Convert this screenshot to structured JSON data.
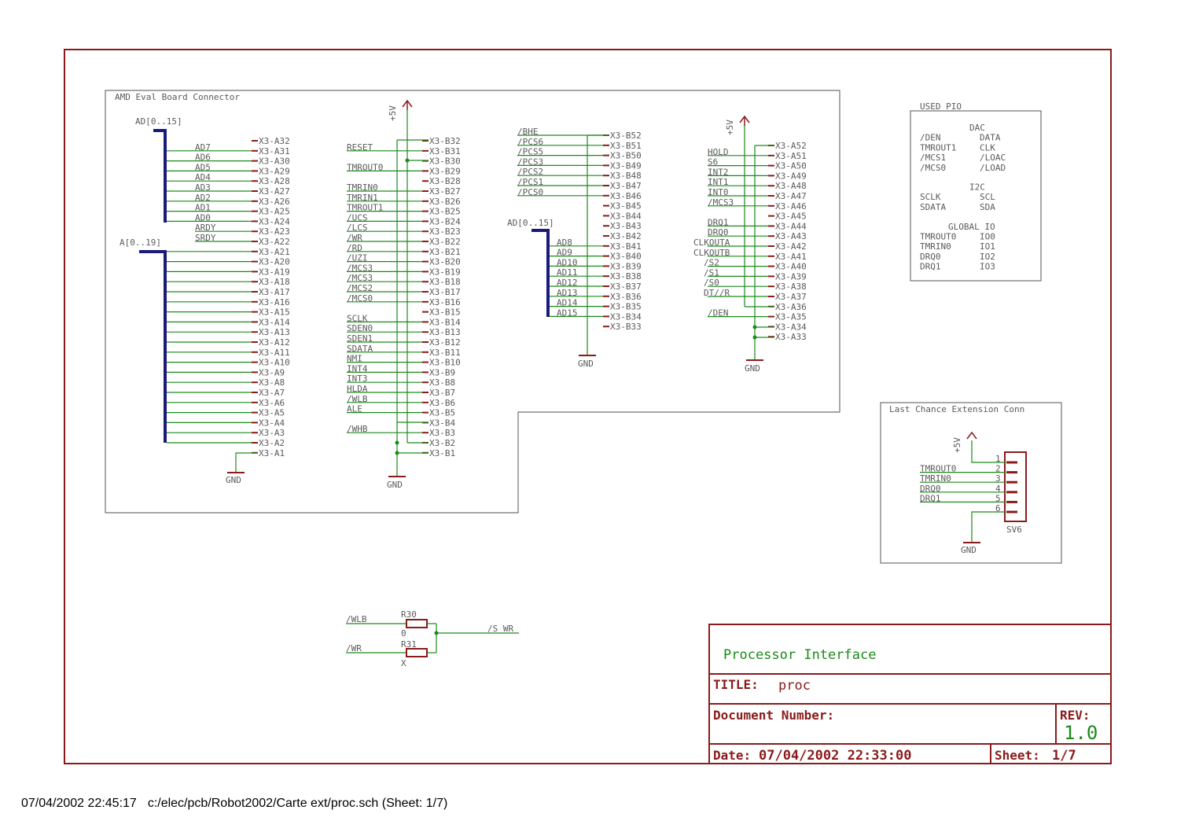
{
  "colors": {
    "frame": "#8b1a1a",
    "net": "#1a8a1a",
    "bus": "#1a1a7a",
    "text": "#5a5a5a",
    "box": "#707070",
    "pin": "#8b1a1a",
    "title_green": "#1a8a1a"
  },
  "labels": {
    "amd_box": "AMD Eval Board Connector",
    "used_pio": "USED PIO",
    "last_chance": "Last Chance Extension Conn",
    "plus5v": "+5V",
    "gnd": "GND",
    "bus_ad": "AD[0..15]",
    "bus_a": "A[0..19]",
    "bus_ad2": "AD[0..15]",
    "sv6": "SV6"
  },
  "colA": {
    "pins": [
      "X3-A32",
      "X3-A31",
      "X3-A30",
      "X3-A29",
      "X3-A28",
      "X3-A27",
      "X3-A26",
      "X3-A25",
      "X3-A24",
      "X3-A23",
      "X3-A22",
      "X3-A21",
      "X3-A20",
      "X3-A19",
      "X3-A18",
      "X3-A17",
      "X3-A16",
      "X3-A15",
      "X3-A14",
      "X3-A13",
      "X3-A12",
      "X3-A11",
      "X3-A10",
      "X3-A9",
      "X3-A8",
      "X3-A7",
      "X3-A6",
      "X3-A5",
      "X3-A4",
      "X3-A3",
      "X3-A2",
      "X3-A1"
    ],
    "nets": [
      "",
      "AD7",
      "AD6",
      "AD5",
      "AD4",
      "AD3",
      "AD2",
      "AD1",
      "AD0",
      "ARDY",
      "SRDY"
    ]
  },
  "colB": {
    "pins": [
      "X3-B32",
      "X3-B31",
      "X3-B30",
      "X3-B29",
      "X3-B28",
      "X3-B27",
      "X3-B26",
      "X3-B25",
      "X3-B24",
      "X3-B23",
      "X3-B22",
      "X3-B21",
      "X3-B20",
      "X3-B19",
      "X3-B18",
      "X3-B17",
      "X3-B16",
      "X3-B15",
      "X3-B14",
      "X3-B13",
      "X3-B12",
      "X3-B11",
      "X3-B10",
      "X3-B9",
      "X3-B8",
      "X3-B7",
      "X3-B6",
      "X3-B5",
      "X3-B4",
      "X3-B3",
      "X3-B2",
      "X3-B1"
    ],
    "nets": [
      "",
      "RESET",
      "",
      "TMROUT0",
      "",
      "TMRIN0",
      "TMRIN1",
      "TMROUT1",
      "/UCS",
      "/LCS",
      "/WR",
      "/RD",
      "/UZI",
      "/MCS3",
      "/MCS3",
      "/MCS2",
      "/MCS0",
      "",
      "SCLK",
      "SDEN0",
      "SDEN1",
      "SDATA",
      "NMI",
      "INT4",
      "INT3",
      "HLDA",
      "/WLB",
      "ALE",
      "",
      "/WHB",
      "",
      ""
    ]
  },
  "colB2": {
    "pins": [
      "X3-B52",
      "X3-B51",
      "X3-B50",
      "X3-B49",
      "X3-B48",
      "X3-B47",
      "X3-B46",
      "X3-B45",
      "X3-B44",
      "X3-B43",
      "X3-B42",
      "X3-B41",
      "X3-B40",
      "X3-B39",
      "X3-B38",
      "X3-B37",
      "X3-B36",
      "X3-B35",
      "X3-B34",
      "X3-B33"
    ],
    "nets": [
      "/BHE",
      "/PCS6",
      "/PCS5",
      "/PCS3",
      "/PCS2",
      "/PCS1",
      "/PCS0",
      "",
      "",
      "",
      "",
      "AD8",
      "AD9",
      "AD10",
      "AD11",
      "AD12",
      "AD13",
      "AD14",
      "AD15",
      ""
    ]
  },
  "colA2": {
    "pins": [
      "X3-A52",
      "X3-A51",
      "X3-A50",
      "X3-A49",
      "X3-A48",
      "X3-A47",
      "X3-A46",
      "X3-A45",
      "X3-A44",
      "X3-A43",
      "X3-A42",
      "X3-A41",
      "X3-A40",
      "X3-A39",
      "X3-A38",
      "X3-A37",
      "X3-A36",
      "X3-A35",
      "X3-A34",
      "X3-A33"
    ],
    "nets": [
      "",
      "HOLD",
      "S6",
      "INT2",
      "INT1",
      "INT0",
      "/MCS3",
      "",
      "DRQ1",
      "DRQ0",
      "CLKOUTA",
      "CLKOUTB",
      "/S2",
      "/S1",
      "/S0",
      "DT//R",
      "",
      "/DEN",
      "",
      ""
    ]
  },
  "used_pio": [
    {
      "header": "DAC",
      "rows": [
        [
          "/DEN",
          "DATA"
        ],
        [
          "TMROUT1",
          "CLK"
        ],
        [
          "/MCS1",
          "/LOAC"
        ],
        [
          "/MCS0",
          "/LOAD"
        ]
      ]
    },
    {
      "header": "I2C",
      "rows": [
        [
          "SCLK",
          "SCL"
        ],
        [
          "SDATA",
          "SDA"
        ]
      ]
    },
    {
      "header": "GLOBAL IO",
      "rows": [
        [
          "TMROUT0",
          "IO0"
        ],
        [
          "TMRIN0",
          "IO1"
        ],
        [
          "DRQ0",
          "IO2"
        ],
        [
          "DRQ1",
          "IO3"
        ]
      ]
    }
  ],
  "sv6": {
    "pins": [
      "1",
      "2",
      "3",
      "4",
      "5",
      "6"
    ],
    "nets": [
      "",
      "TMROUT0",
      "TMRIN0",
      "DRQ0",
      "DRQ1",
      ""
    ]
  },
  "resistors": {
    "r30": {
      "name": "R30",
      "value": "0",
      "net": "/WLB"
    },
    "r31": {
      "name": "R31",
      "value": "X",
      "net": "/WR"
    },
    "out": "/S_WR"
  },
  "titleblock": {
    "heading": "Processor Interface",
    "title_label": "TITLE:",
    "title_value": "proc",
    "docnum_label": "Document Number:",
    "rev_label": "REV:",
    "rev_value": "1.0",
    "date_label": "Date:",
    "date_value": "07/04/2002 22:33:00",
    "sheet_label": "Sheet:",
    "sheet_value": "1/7"
  },
  "footer": {
    "timestamp": "07/04/2002 22:45:17",
    "path": "c:/elec/pcb/Robot2002/Carte ext/proc.sch (Sheet: 1/7)"
  }
}
